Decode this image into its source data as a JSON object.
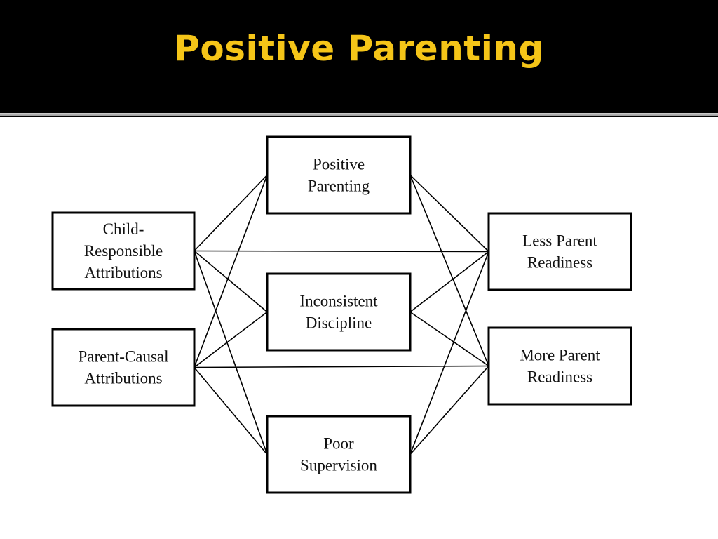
{
  "slide": {
    "title": "Positive Parenting",
    "title_color": "#F5C518"
  },
  "diagram": {
    "nodes": [
      {
        "id": "child-responsible",
        "lines": [
          "Child-",
          "Responsible",
          "Attributions"
        ]
      },
      {
        "id": "parent-causal",
        "lines": [
          "Parent-Causal",
          "Attributions"
        ]
      },
      {
        "id": "positive-parenting",
        "lines": [
          "Positive",
          "Parenting"
        ]
      },
      {
        "id": "inconsistent-discipline",
        "lines": [
          "Inconsistent",
          "Discipline"
        ]
      },
      {
        "id": "poor-supervision",
        "lines": [
          "Poor",
          "Supervision"
        ]
      },
      {
        "id": "less-readiness",
        "lines": [
          "Less Parent",
          "Readiness"
        ]
      },
      {
        "id": "more-readiness",
        "lines": [
          "More Parent",
          "Readiness"
        ]
      }
    ],
    "edges": [
      {
        "from": "child-responsible",
        "to": "positive-parenting"
      },
      {
        "from": "child-responsible",
        "to": "inconsistent-discipline"
      },
      {
        "from": "child-responsible",
        "to": "poor-supervision"
      },
      {
        "from": "child-responsible",
        "to": "less-readiness"
      },
      {
        "from": "parent-causal",
        "to": "positive-parenting"
      },
      {
        "from": "parent-causal",
        "to": "inconsistent-discipline"
      },
      {
        "from": "parent-causal",
        "to": "poor-supervision"
      },
      {
        "from": "parent-causal",
        "to": "more-readiness"
      },
      {
        "from": "positive-parenting",
        "to": "less-readiness"
      },
      {
        "from": "positive-parenting",
        "to": "more-readiness"
      },
      {
        "from": "inconsistent-discipline",
        "to": "less-readiness"
      },
      {
        "from": "inconsistent-discipline",
        "to": "more-readiness"
      },
      {
        "from": "poor-supervision",
        "to": "less-readiness"
      },
      {
        "from": "poor-supervision",
        "to": "more-readiness"
      }
    ]
  }
}
